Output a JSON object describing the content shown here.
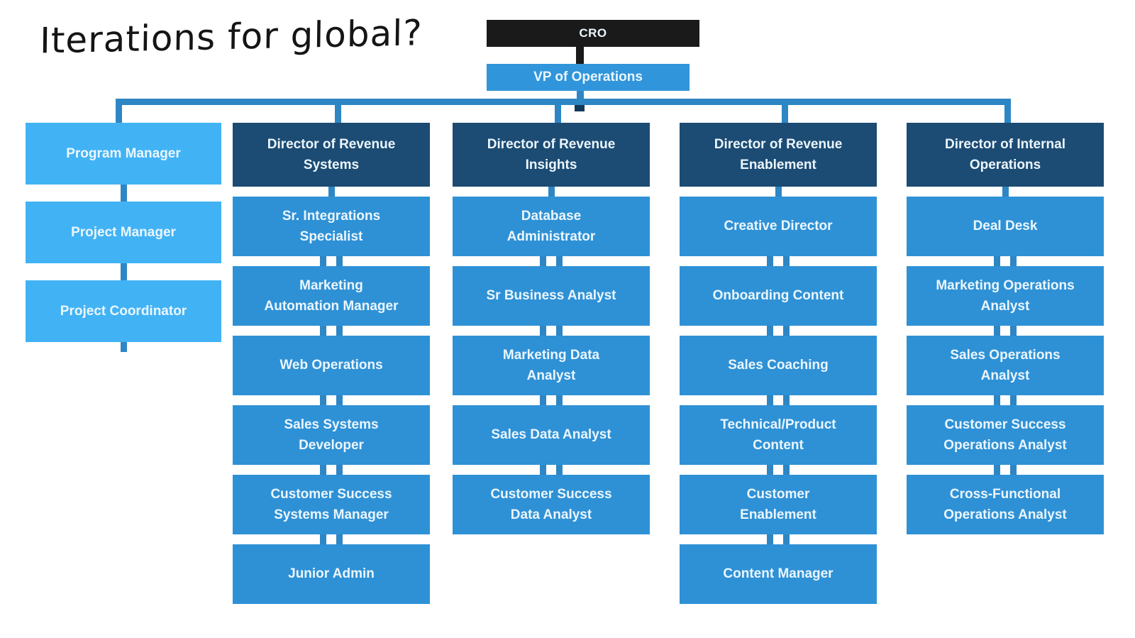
{
  "note": {
    "text": "Iterations for global?"
  },
  "top": {
    "cro_label": "CRO",
    "vp_label": "VP of Operations"
  },
  "columns": [
    {
      "name": "program-management",
      "header": null,
      "items": [
        "Program Manager",
        "Project Manager",
        "Project Coordinator"
      ]
    },
    {
      "name": "revenue-systems",
      "header": "Director of Revenue Systems",
      "items": [
        "Sr. Integrations Specialist",
        "Marketing Automation Manager",
        "Web Operations",
        "Sales Systems Developer",
        "Customer Success Systems Manager",
        "Junior Admin"
      ]
    },
    {
      "name": "revenue-insights",
      "header": "Director of Revenue Insights",
      "items": [
        "Database Administrator",
        "Sr Business Analyst",
        "Marketing Data Analyst",
        "Sales Data Analyst",
        "Customer Success Data Analyst"
      ]
    },
    {
      "name": "revenue-enablement",
      "header": "Director of Revenue Enablement",
      "items": [
        "Creative Director",
        "Onboarding Content",
        "Sales Coaching",
        "Technical/Product Content",
        "Customer Enablement",
        "Content Manager"
      ]
    },
    {
      "name": "internal-operations",
      "header": "Director of Internal Operations",
      "items": [
        "Deal Desk",
        "Marketing Operations Analyst",
        "Sales Operations Analyst",
        "Customer Success Operations Analyst",
        "Cross-Functional Operations Analyst"
      ]
    }
  ],
  "colors": {
    "cro_bg": "#1a1a1a",
    "vp_bg": "#3095da",
    "director_header_bg": "#1c4b73",
    "item_bg": "#2e91d6",
    "light_column_bg": "#41b3f5",
    "connector": "#2e86c4",
    "text": "#ecf6fd",
    "note_text": "#151515",
    "background": "#ffffff"
  }
}
